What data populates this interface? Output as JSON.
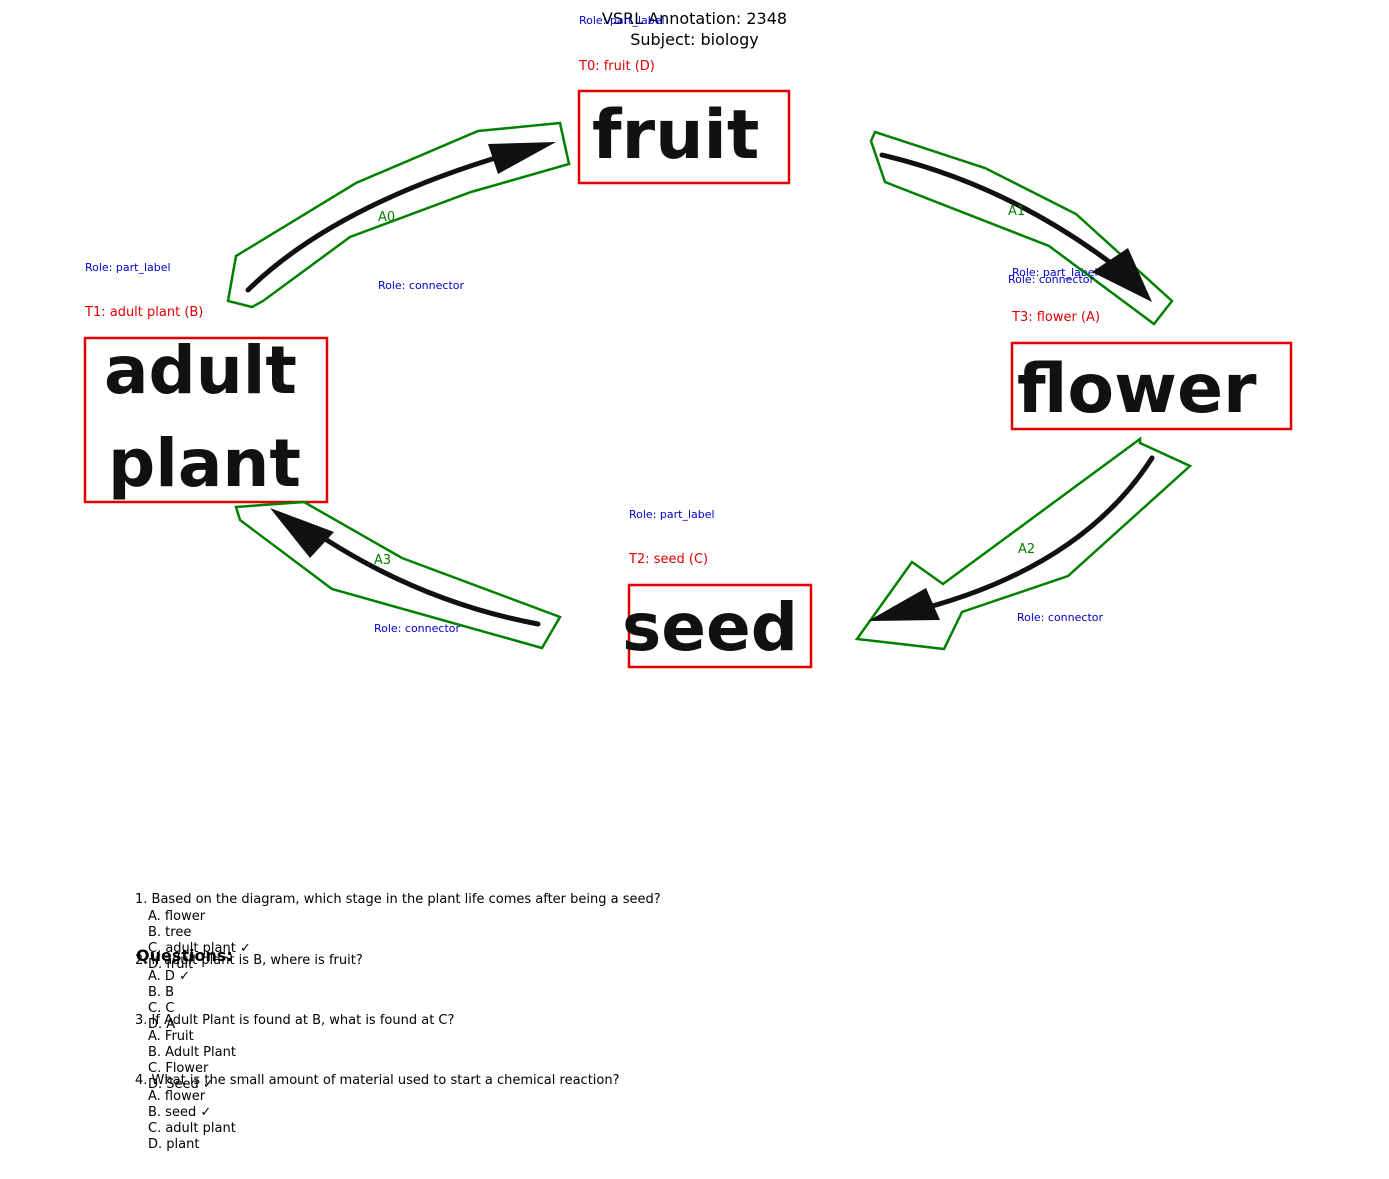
{
  "header": {
    "title": "VSRL Annotation: 2348",
    "subject": "Subject: biology"
  },
  "diagram": {
    "text_boxes": [
      {
        "id": "T0",
        "label": "T0: fruit (D)",
        "role": "Role: part_label",
        "word": "fruit"
      },
      {
        "id": "T1",
        "label": "T1: adult plant (B)",
        "role": "Role: part_label",
        "word_lines": [
          "adult",
          "plant"
        ]
      },
      {
        "id": "T2",
        "label": "T2: seed (C)",
        "role": "Role: part_label",
        "word": "seed"
      },
      {
        "id": "T3",
        "label": "T3: flower (A)",
        "role": "Role: part_label",
        "word": "flower"
      }
    ],
    "arrows": [
      {
        "id": "A0",
        "label": "A0",
        "role": "Role: connector"
      },
      {
        "id": "A1",
        "label": "A1",
        "role": "Role: connector"
      },
      {
        "id": "A2",
        "label": "A2",
        "role": "Role: connector"
      },
      {
        "id": "A3",
        "label": "A3",
        "role": "Role: connector"
      }
    ],
    "colors": {
      "text_box": "#e00000",
      "arrow_box": "#008000",
      "role": "#0000cc"
    }
  },
  "questions": {
    "heading": "Questions:",
    "items": [
      {
        "question": "1. Based on the diagram, which stage in the plant life comes after being a seed?",
        "options": [
          "A. flower",
          "B. tree",
          "C. adult plant ✓",
          "D. fruit"
        ]
      },
      {
        "question": "2. If adult plant is B, where is fruit?",
        "options": [
          "A. D ✓",
          "B. B",
          "C. C",
          "D. A"
        ]
      },
      {
        "question": "3. If Adult Plant is found at B, what is found at C?",
        "options": [
          "A. Fruit",
          "B. Adult Plant",
          "C. Flower",
          "D. Seed ✓"
        ]
      },
      {
        "question": "4. What is the small amount of material used to start a chemical reaction?",
        "options": [
          "A. flower",
          "B. seed ✓",
          "C. adult plant",
          "D. plant"
        ]
      }
    ]
  }
}
